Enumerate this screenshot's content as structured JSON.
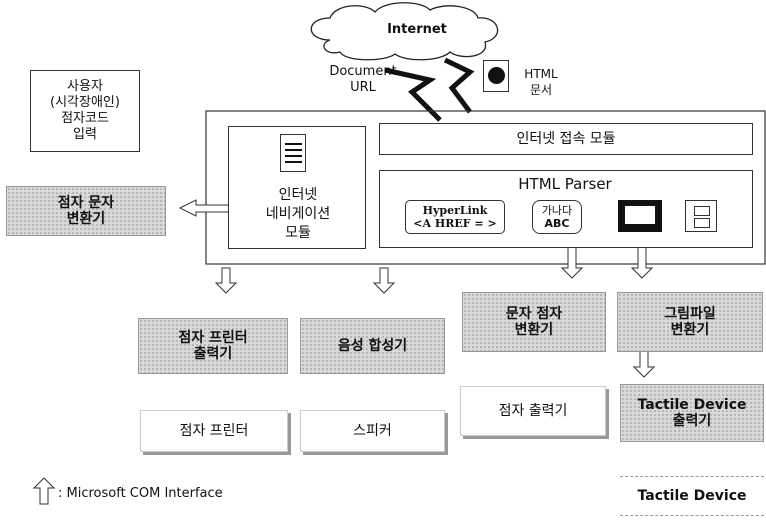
{
  "internet": "Internet",
  "document_url": [
    "Document",
    "URL"
  ],
  "html_doc": [
    "HTML",
    "문서"
  ],
  "user_input": [
    "사용자",
    "(시각장애인)",
    "점자코드",
    "입력"
  ],
  "access_module": "인터넷 접속 모듈",
  "html_parser": "HTML Parser",
  "navigation_module": [
    "인터넷",
    "네비게이션",
    "모듈"
  ],
  "braille_text_converter": [
    "점자 문자",
    "변환기"
  ],
  "hyperlink": [
    "HyperLink",
    "<A HREF = >"
  ],
  "abc_item": [
    "가나다",
    "ABC"
  ],
  "braille_printer_output": [
    "점자 프린터",
    "출력기"
  ],
  "speech_synth": "음성 합성기",
  "text_braille_converter": [
    "문자 점자",
    "변환기"
  ],
  "graphic_converter": [
    "그림파일",
    "변환기"
  ],
  "braille_printer": "점자 프린터",
  "speaker": "스피커",
  "braille_output": "점자 출력기",
  "tactile_output": [
    "Tactile Device",
    "출력기"
  ],
  "tactile_device": "Tactile Device",
  "legend": ": Microsoft COM Interface"
}
